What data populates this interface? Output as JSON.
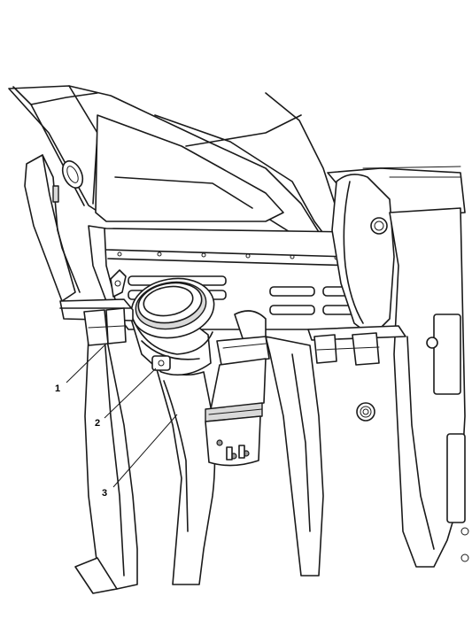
{
  "callouts": [
    {
      "label": "1"
    },
    {
      "label": "2"
    },
    {
      "label": "3"
    }
  ],
  "colors": {
    "background": "#ffffff",
    "line": "#1a1a1a",
    "shade": "#d9d9d9"
  }
}
